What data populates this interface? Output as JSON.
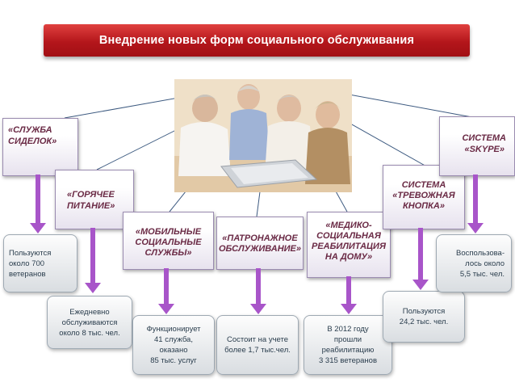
{
  "title": "Внедрение новых форм социального обслуживания",
  "services": [
    {
      "id": "sidelki",
      "lines": [
        "«СЛУЖБА",
        "СИДЕЛОК»"
      ]
    },
    {
      "id": "pitanie",
      "lines": [
        "«ГОРЯЧЕЕ",
        "ПИТАНИЕ»"
      ]
    },
    {
      "id": "mobilnye",
      "lines": [
        "«МОБИЛЬНЫЕ",
        "СОЦИАЛЬНЫЕ",
        "СЛУЖБЫ»"
      ]
    },
    {
      "id": "patronazh",
      "lines": [
        "«ПАТРОНАЖНОЕ",
        "ОБСЛУЖИВАНИЕ»"
      ]
    },
    {
      "id": "mediko",
      "lines": [
        "«МЕДИКО-",
        "СОЦИАЛЬНАЯ",
        "РЕАБИЛИТАЦИЯ",
        "НА ДОМУ»"
      ]
    },
    {
      "id": "knopka",
      "lines": [
        "СИСТЕМА",
        "«ТРЕВОЖНАЯ",
        "КНОПКА»"
      ]
    },
    {
      "id": "skype",
      "lines": [
        "СИСТЕМА",
        "«SKYPE»"
      ]
    }
  ],
  "results": [
    {
      "id": "sidelki",
      "lines": [
        "Пользуются",
        "около 700",
        "ветеранов"
      ]
    },
    {
      "id": "pitanie",
      "lines": [
        "Ежедневно",
        "обслуживаются",
        "около 8 тыс. чел."
      ]
    },
    {
      "id": "mobilnye",
      "lines": [
        "Функционирует",
        "41 служба,",
        "оказано",
        "85 тыс. услуг"
      ]
    },
    {
      "id": "patronazh",
      "lines": [
        "Состоит на учете",
        "более 1,7 тыс.чел."
      ]
    },
    {
      "id": "mediko",
      "lines": [
        "В 2012 году",
        "прошли",
        "реабилитацию",
        "3 315 ветеранов"
      ]
    },
    {
      "id": "knopka",
      "lines": [
        "Пользуются",
        "24,2 тыс. чел."
      ]
    },
    {
      "id": "skype",
      "lines": [
        "Воспользова-",
        "лось около",
        "5,5 тыс. чел."
      ]
    }
  ],
  "colors": {
    "title_bar": "#b4161b",
    "service_text": "#6a2a45",
    "arrow": "#a855c9",
    "lines": "#3d5a80"
  },
  "photo_icon": "elderly-people-at-laptop-photo"
}
